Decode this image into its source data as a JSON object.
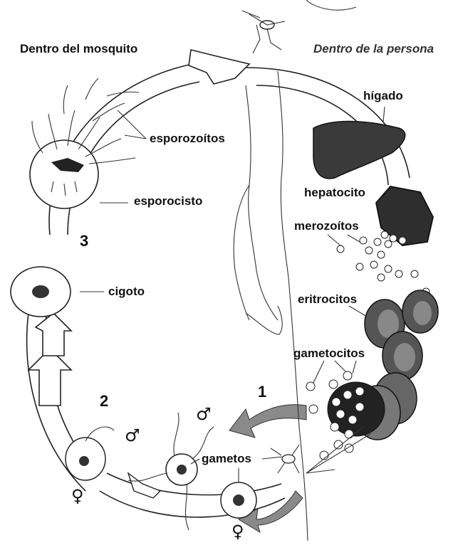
{
  "headers": {
    "mosquito": "Dentro del mosquito",
    "person": "Dentro de la persona"
  },
  "labels": {
    "higado": "hígado",
    "esporozoitos": "esporozoítos",
    "hepatocito": "hepatocito",
    "esporocisto": "esporocisto",
    "merozoitos": "merozoítos",
    "cigoto": "cigoto",
    "eritrocitos": "eritrocitos",
    "gametocitos": "gametocitos",
    "gametos": "gametos"
  },
  "stages": [
    "1",
    "2",
    "3"
  ],
  "symbols": {
    "male": "♂",
    "female": "♀"
  },
  "colors": {
    "ink": "#111111",
    "organ": "#3a3a3a",
    "arrow_fill": "#8a8a8a",
    "cell_fill": "#9a9a9a"
  }
}
